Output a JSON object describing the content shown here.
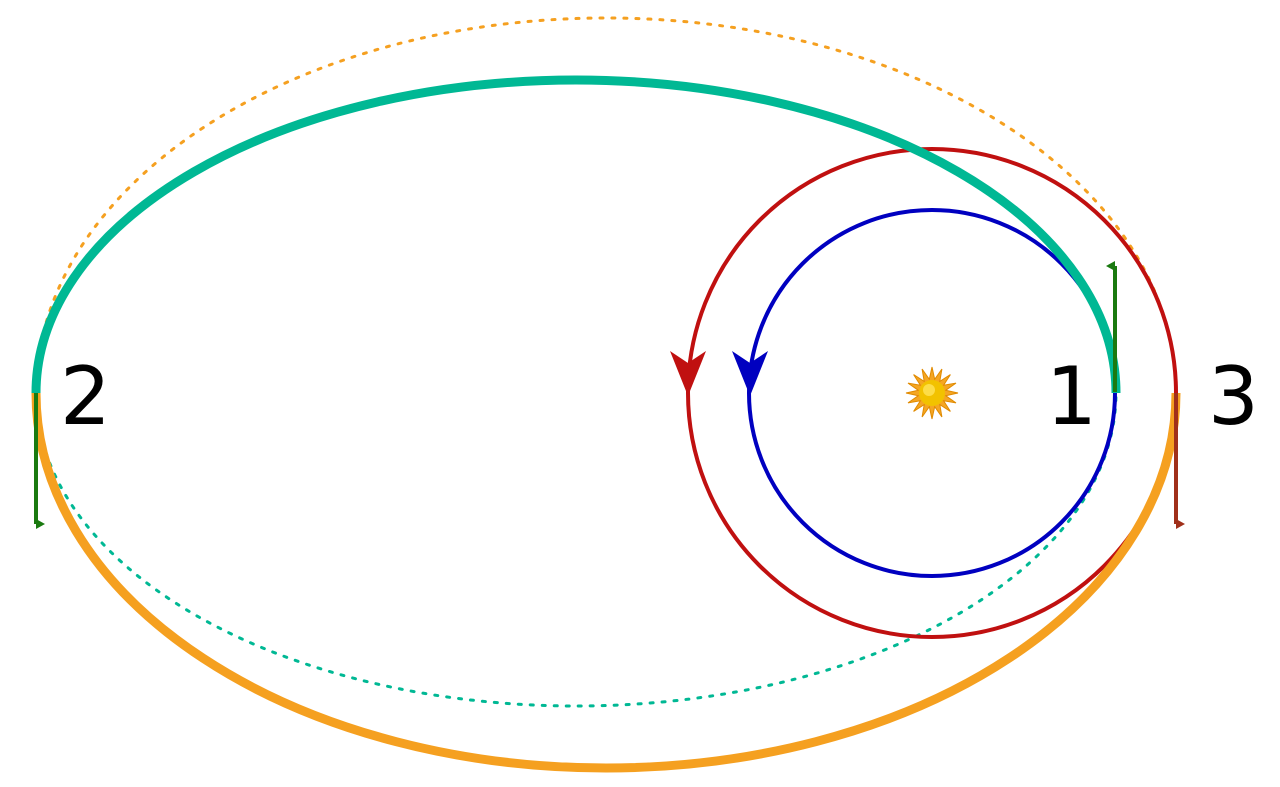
{
  "labels": {
    "point_1": "1",
    "point_2": "2",
    "point_3": "3"
  },
  "colors": {
    "inner_orbit": "#0000c0",
    "outer_orbit": "#c01010",
    "transfer_upper": "#00b894",
    "transfer_lower": "#f5a020",
    "burn_prograde": "#1a7a10",
    "burn_retrograde": "#a0301a",
    "sun_core": "#f0c000",
    "sun_rays": "#f0a000",
    "text": "#000000"
  },
  "icons": {
    "sun": "sun-icon",
    "direction_arrow": "arrowhead-icon"
  }
}
